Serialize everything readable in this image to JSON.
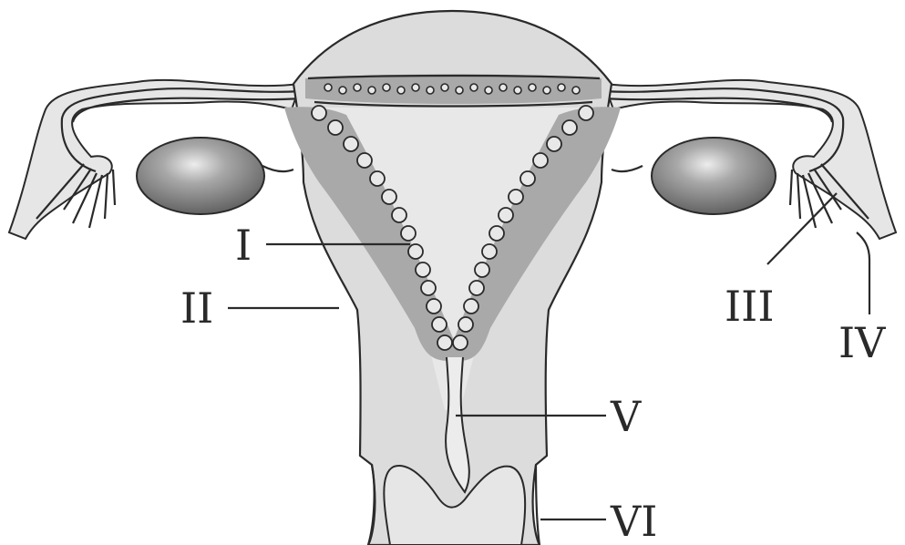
{
  "labels": {
    "I": "I",
    "II": "II",
    "III": "III",
    "IV": "IV",
    "V": "V",
    "VI": "VI"
  },
  "colors": {
    "tissue": "#dcdcdc",
    "tissue_light": "#e9e9e9",
    "endometrium": "#a9a9a9",
    "ovary": "#7c7c7c",
    "outline": "#2a2a2a"
  }
}
